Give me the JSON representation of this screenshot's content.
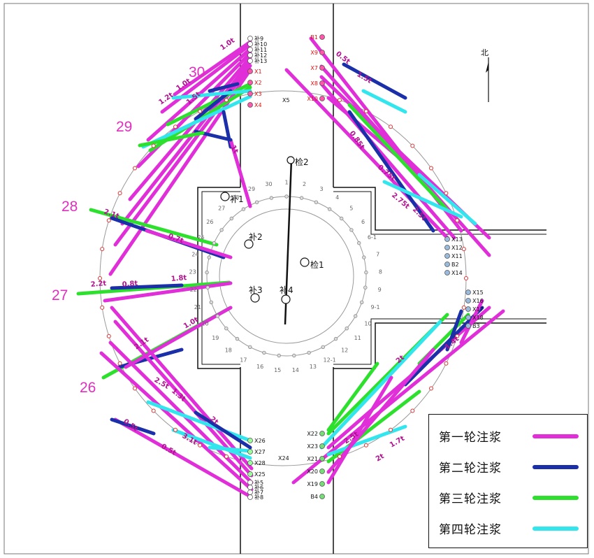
{
  "row_numbers": [
    "30",
    "29",
    "28",
    "27",
    "26"
  ],
  "north_label": "北",
  "inspect_labels": [
    "检2",
    "检1"
  ],
  "fill_labels": [
    "补1",
    "补2",
    "补3",
    "补4"
  ],
  "top_left_labels": [
    "补9",
    "补10",
    "补11",
    "补12",
    "补13"
  ],
  "x_left_labels": [
    "X1",
    "X2",
    "X3",
    "X4"
  ],
  "right_top_labels": [
    "B1",
    "X9",
    "X7",
    "X8",
    "X10"
  ],
  "x5_label": "X5",
  "bottom_left_labels": [
    "X26",
    "X27",
    "X28",
    "X25"
  ],
  "bottom_left_small": [
    "补5",
    "补6",
    "补7",
    "补8"
  ],
  "x24_label": "X24",
  "bottom_right_labels": [
    "X22",
    "X23",
    "X21",
    "X20",
    "X19",
    "B4"
  ],
  "right_mid_labels": [
    "X13",
    "X12",
    "X11",
    "B2",
    "X14"
  ],
  "right_lower_labels": [
    "X15",
    "X16",
    "X17",
    "X18",
    "B3"
  ],
  "ring_numbers": [
    "1",
    "2",
    "3",
    "4",
    "5",
    "6",
    "6-1",
    "7",
    "8",
    "9",
    "9-1",
    "10",
    "11",
    "12",
    "12-1",
    "13",
    "14",
    "15",
    "16",
    "17",
    "18",
    "19",
    "20",
    "21",
    "22",
    "23",
    "24",
    "25",
    "26",
    "27",
    "28",
    "29",
    "30"
  ],
  "volume_labels": [
    "1.0t",
    "0.5t",
    "1.5t",
    "0.75t",
    "0.85t",
    "1t",
    "2.75t",
    "2.5t",
    "2t",
    "1.2t",
    "1.0t",
    "1.5t",
    "0.7t",
    "1.8t",
    "0.5t",
    "1.3t",
    "2.5t",
    "2t",
    "2.1t",
    "2.2t",
    "0.8t",
    "2.1t",
    "3.1t",
    "1.7t",
    "2t",
    "2.5t",
    "1.4t",
    "1.0t",
    "0.5t"
  ],
  "legend": [
    {
      "label": "第一轮注浆",
      "color": "#e02fd8"
    },
    {
      "label": "第二轮注浆",
      "color": "#1a2fa8"
    },
    {
      "label": "第三轮注浆",
      "color": "#2ee02e"
    },
    {
      "label": "第四轮注浆",
      "color": "#33e6ee"
    }
  ],
  "colors": {
    "round1": "#e02fd8",
    "round2": "#1a2fa8",
    "round3": "#2ee02e",
    "round4": "#33e6ee",
    "outline": "#111111",
    "ring": "#9a9a9a"
  }
}
